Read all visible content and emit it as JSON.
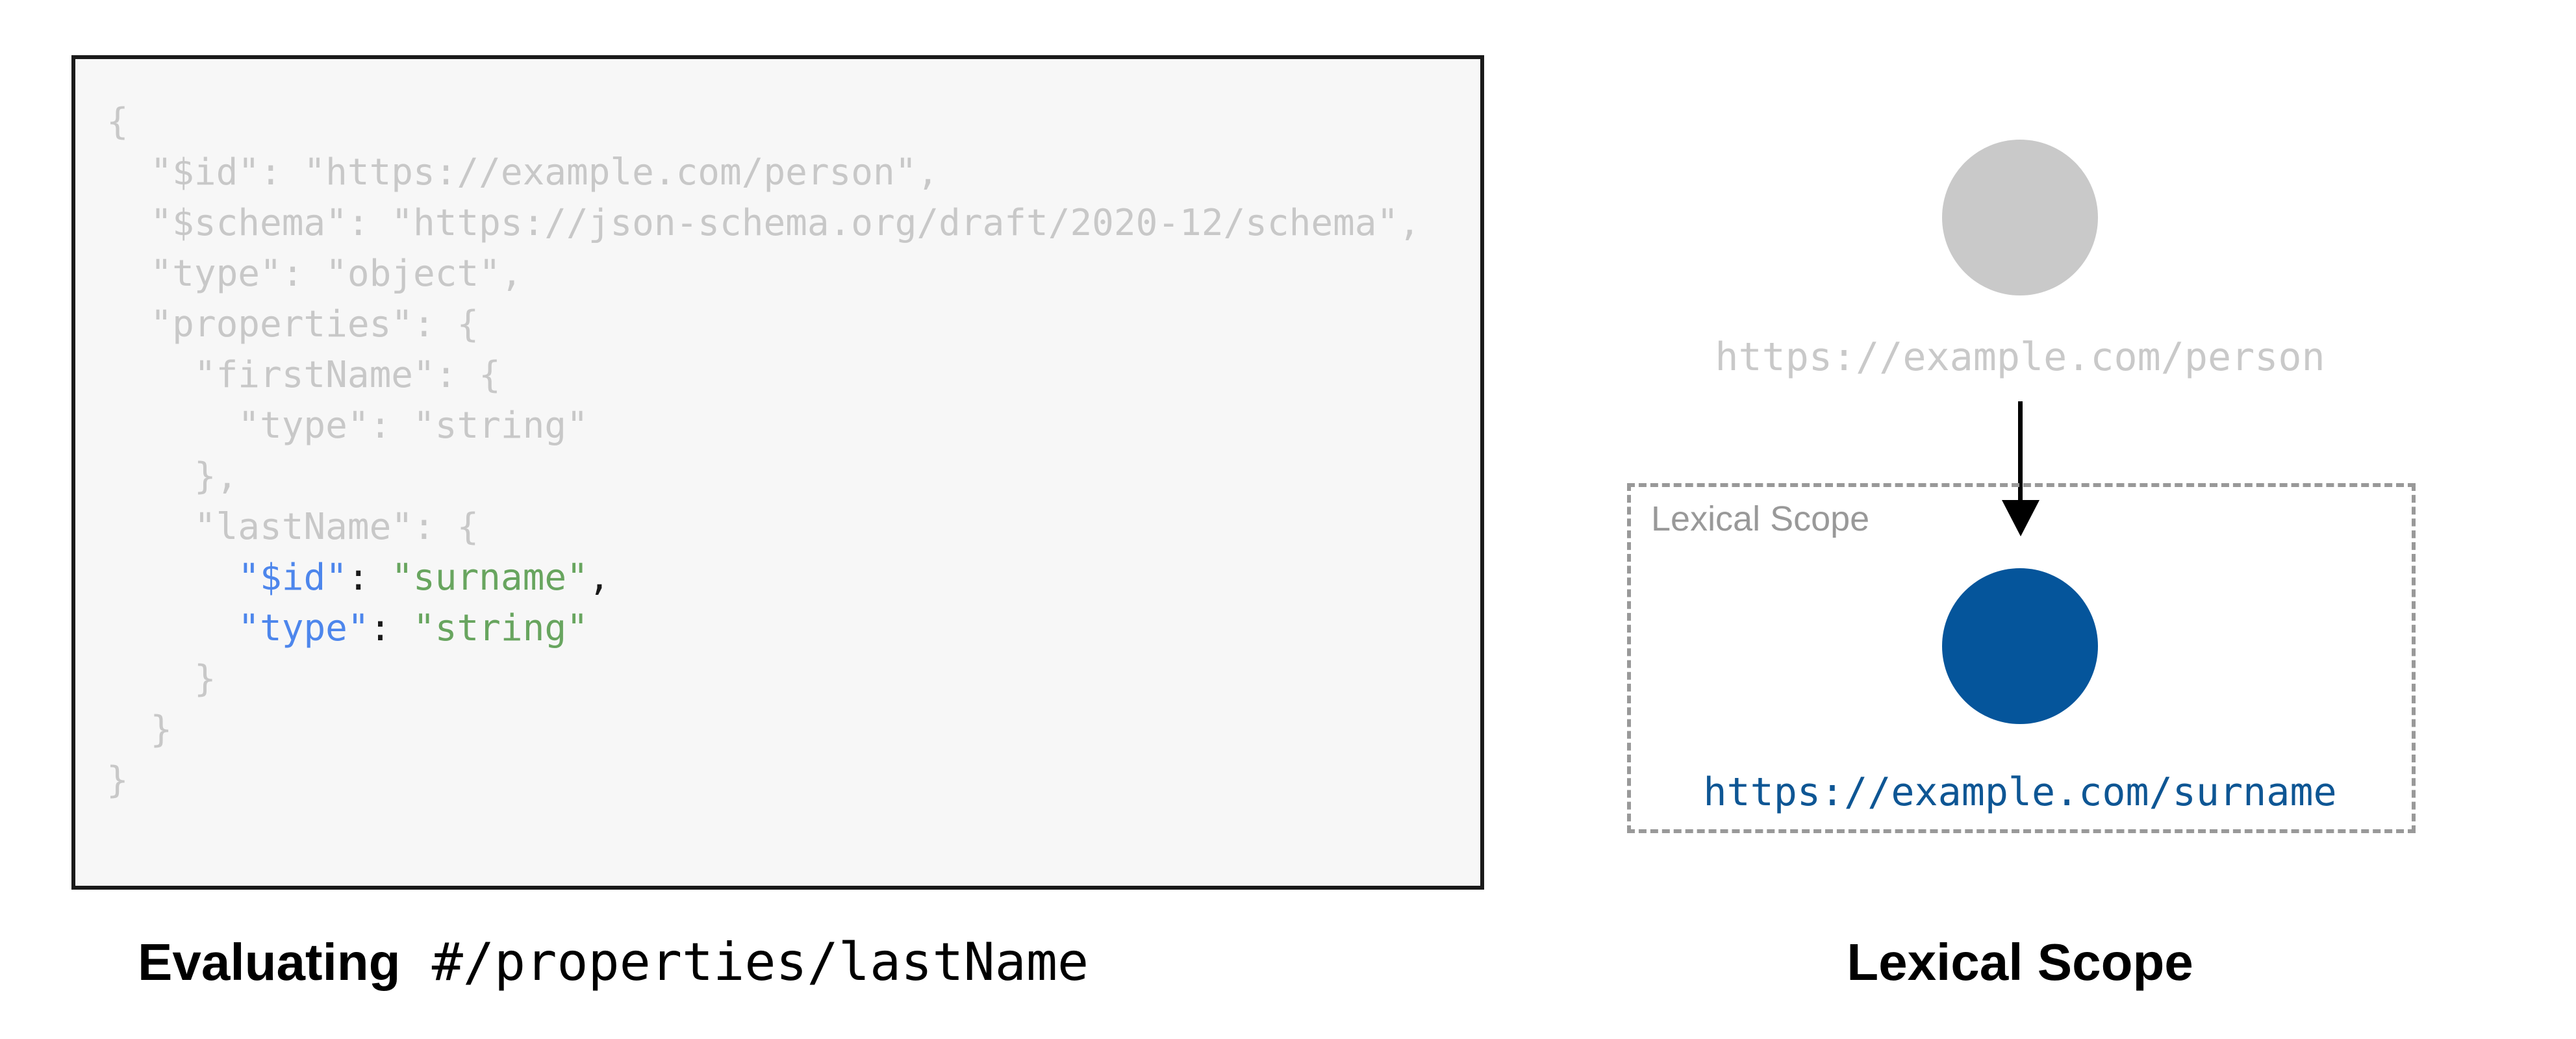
{
  "captions": {
    "left_bold": "Evaluating",
    "left_mono": " #/properties/lastName",
    "right": "Lexical Scope"
  },
  "diagram": {
    "parent_url": "https://example.com/person",
    "scope_label": "Lexical Scope",
    "child_url": "https://example.com/surname"
  },
  "code": {
    "lines": [
      [
        {
          "t": "{",
          "c": "muted"
        }
      ],
      [
        {
          "t": "  \"$id\": \"https://example.com/person\",",
          "c": "muted"
        }
      ],
      [
        {
          "t": "  \"$schema\": \"https://json-schema.org/draft/2020-12/schema\",",
          "c": "muted"
        }
      ],
      [
        {
          "t": "  \"type\": \"object\",",
          "c": "muted"
        }
      ],
      [
        {
          "t": "  \"properties\": {",
          "c": "muted"
        }
      ],
      [
        {
          "t": "    \"firstName\": {",
          "c": "muted"
        }
      ],
      [
        {
          "t": "      \"type\": \"string\"",
          "c": "muted"
        }
      ],
      [
        {
          "t": "    },",
          "c": "muted"
        }
      ],
      [
        {
          "t": "    \"lastName\": {",
          "c": "muted"
        }
      ],
      [
        {
          "t": "      ",
          "c": "muted"
        },
        {
          "t": "\"$id\"",
          "c": "key"
        },
        {
          "t": ":",
          "c": "punct"
        },
        {
          "t": " ",
          "c": "muted"
        },
        {
          "t": "\"surname\"",
          "c": "string"
        },
        {
          "t": ",",
          "c": "punct"
        }
      ],
      [
        {
          "t": "      ",
          "c": "muted"
        },
        {
          "t": "\"type\"",
          "c": "key"
        },
        {
          "t": ":",
          "c": "punct"
        },
        {
          "t": " ",
          "c": "muted"
        },
        {
          "t": "\"string\"",
          "c": "string"
        }
      ],
      [
        {
          "t": "    }",
          "c": "muted"
        }
      ],
      [
        {
          "t": "  }",
          "c": "muted"
        }
      ],
      [
        {
          "t": "}",
          "c": "muted"
        }
      ]
    ]
  },
  "colors": {
    "panel-bg": "#F7F7F7",
    "panel-border": "#1A1A1A",
    "code-muted": "#C8C8C8",
    "code-key": "#4D86EC",
    "code-string": "#68A55F",
    "code-punct": "#1A1A1A",
    "node-gray": "#C9C9C9",
    "node-blue": "#05559B",
    "url-gray": "#C9C9C9",
    "url-blue": "#0E5694",
    "scope-gray": "#999999",
    "arrow-black": "#000000"
  }
}
